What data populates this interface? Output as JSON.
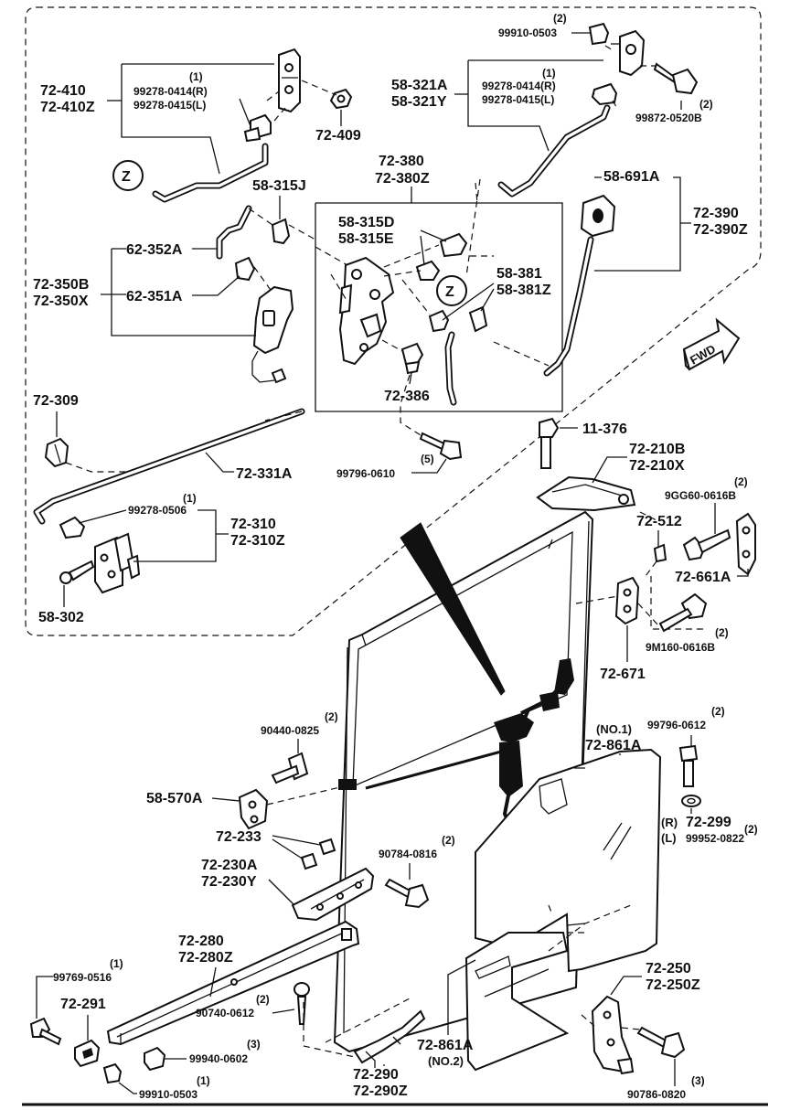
{
  "labels": {
    "l_72_410": "72-410",
    "l_72_410Z": "72-410Z",
    "l_q1_a": "(1)",
    "l_99278_0414R_a": "99278-0414(R)",
    "l_99278_0415L_a": "99278-0415(L)",
    "l_72_409": "72-409",
    "l_q2_a": "(2)",
    "l_99910_0503_a": "99910-0503",
    "l_58_321A": "58-321A",
    "l_58_321Y": "58-321Y",
    "l_q1_b": "(1)",
    "l_99278_0414R_b": "99278-0414(R)",
    "l_99278_0415L_b": "99278-0415(L)",
    "l_q2_b": "(2)",
    "l_99872_0520B": "99872-0520B",
    "l_Z1": "Z",
    "l_Z2": "Z",
    "l_72_380": "72-380",
    "l_72_380Z": "72-380Z",
    "l_58_315J": "58-315J",
    "l_58_691A": "58-691A",
    "l_58_315D": "58-315D",
    "l_58_315E": "58-315E",
    "l_62_352A": "62-352A",
    "l_72_390": "72-390",
    "l_72_390Z": "72-390Z",
    "l_58_381": "58-381",
    "l_58_381Z": "58-381Z",
    "l_72_350B": "72-350B",
    "l_72_350X": "72-350X",
    "l_62_351A": "62-351A",
    "l_fwd": "FWD",
    "l_72_309": "72-309",
    "l_72_386": "72-386",
    "l_11_376": "11-376",
    "l_q5": "(5)",
    "l_99796_0610": "99796-0610",
    "l_72_331A": "72-331A",
    "l_72_210B": "72-210B",
    "l_72_210X": "72-210X",
    "l_q1_c": "(1)",
    "l_99278_0506": "99278-0506",
    "l_q2_c": "(2)",
    "l_9GG60_0616B": "9GG60-0616B",
    "l_72_310": "72-310",
    "l_72_310Z": "72-310Z",
    "l_72_512": "72-512",
    "l_72_661A": "72-661A",
    "l_58_302": "58-302",
    "l_q2_d": "(2)",
    "l_9M160_0616B": "9M160-0616B",
    "l_72_671": "72-671",
    "l_q2_e": "(2)",
    "l_99796_0612": "99796-0612",
    "l_q2_f": "(2)",
    "l_90440_0825": "90440-0825",
    "l_no1": "(NO.1)",
    "l_72_861A_a": "72-861A",
    "l_58_570A": "58-570A",
    "l_72_233": "72-233",
    "l_R": "(R)",
    "l_72_299": "72-299",
    "l_q2_g": "(2)",
    "l_L": "(L)",
    "l_99952_0822": "99952-0822",
    "l_q2_h": "(2)",
    "l_90784_0816": "90784-0816",
    "l_72_230A": "72-230A",
    "l_72_230Y": "72-230Y",
    "l_72_280": "72-280",
    "l_72_280Z": "72-280Z",
    "l_q1_d": "(1)",
    "l_99769_0516": "99769-0516",
    "l_72_250": "72-250",
    "l_72_250Z": "72-250Z",
    "l_72_291": "72-291",
    "l_q2_i": "(2)",
    "l_90740_0612": "90740-0612",
    "l_72_861A_b": "72-861A",
    "l_no2": "(NO.2)",
    "l_q3_a": "(3)",
    "l_99940_0602": "99940-0602",
    "l_72_290": "72-290",
    "l_72_290Z": "72-290Z",
    "l_q1_e": "(1)",
    "l_99910_0503_b": "99910-0503",
    "l_q3_b": "(3)",
    "l_90786_0820": "90786-0820"
  }
}
